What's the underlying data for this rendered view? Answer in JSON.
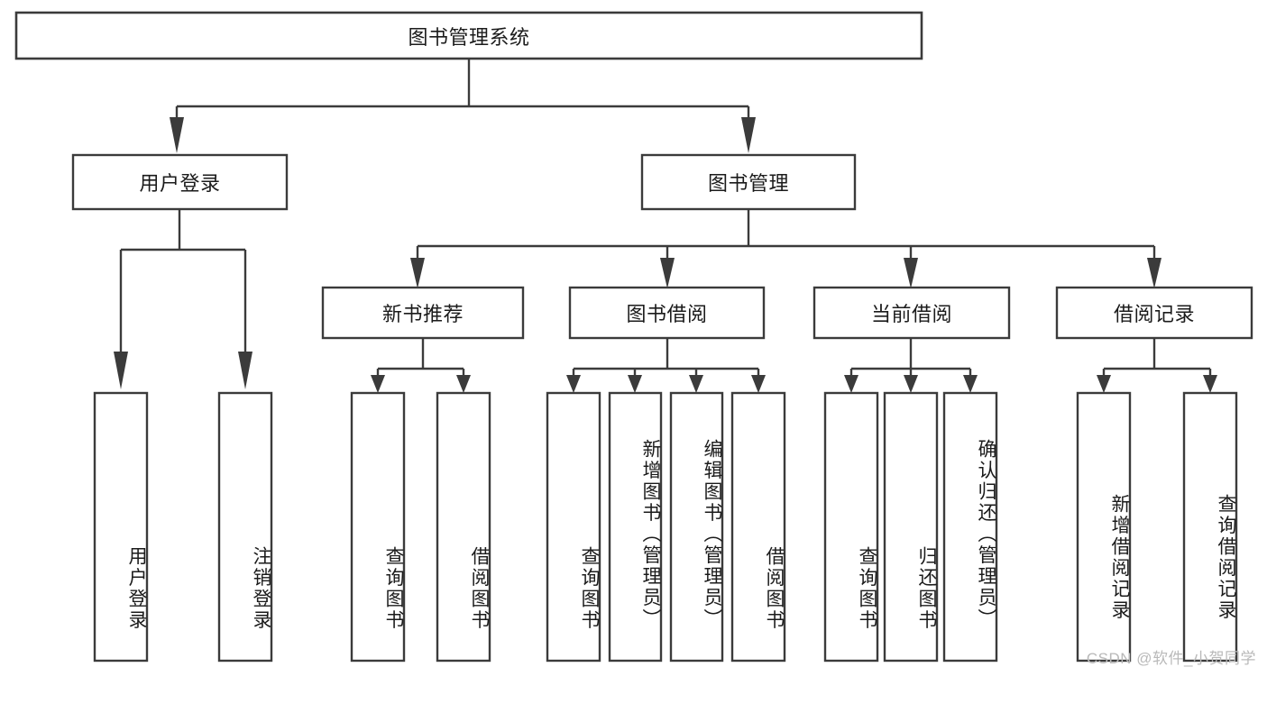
{
  "diagram": {
    "title": "图书管理系统",
    "type": "hierarchy-tree",
    "watermark": "CSDN @软件_小贺同学",
    "colors": {
      "stroke": "#3b3b3b",
      "fill": "#ffffff",
      "text": "#1b1b1b",
      "watermark": "#b9b9b9"
    },
    "root": {
      "id": "root",
      "label": "图书管理系统",
      "orientation": "horizontal"
    },
    "level1": [
      {
        "id": "user-login",
        "label": "用户登录",
        "orientation": "horizontal"
      },
      {
        "id": "book-management",
        "label": "图书管理",
        "orientation": "horizontal"
      }
    ],
    "level2": [
      {
        "id": "new-book-recommend",
        "label": "新书推荐",
        "orientation": "horizontal",
        "parent": "book-management"
      },
      {
        "id": "book-borrow",
        "label": "图书借阅",
        "orientation": "horizontal",
        "parent": "book-management"
      },
      {
        "id": "current-borrow",
        "label": "当前借阅",
        "orientation": "horizontal",
        "parent": "book-management"
      },
      {
        "id": "borrow-record",
        "label": "借阅记录",
        "orientation": "horizontal",
        "parent": "book-management"
      }
    ],
    "leaves": [
      {
        "id": "leaf-user-login",
        "label": "用户登录",
        "orientation": "vertical",
        "parent": "user-login"
      },
      {
        "id": "leaf-logout-login",
        "label": "注销登录",
        "orientation": "vertical",
        "parent": "user-login"
      },
      {
        "id": "leaf-query-book-1",
        "label": "查询图书",
        "orientation": "vertical",
        "parent": "new-book-recommend"
      },
      {
        "id": "leaf-borrow-book-1",
        "label": "借阅图书",
        "orientation": "vertical",
        "parent": "new-book-recommend"
      },
      {
        "id": "leaf-query-book-2",
        "label": "查询图书",
        "orientation": "vertical",
        "parent": "book-borrow"
      },
      {
        "id": "leaf-add-book",
        "label": "新增图书（管理员）",
        "orientation": "vertical",
        "parent": "book-borrow"
      },
      {
        "id": "leaf-edit-book",
        "label": "编辑图书（管理员）",
        "orientation": "vertical",
        "parent": "book-borrow"
      },
      {
        "id": "leaf-borrow-book-2",
        "label": "借阅图书",
        "orientation": "vertical",
        "parent": "book-borrow"
      },
      {
        "id": "leaf-query-book-3",
        "label": "查询图书",
        "orientation": "vertical",
        "parent": "current-borrow"
      },
      {
        "id": "leaf-return-book",
        "label": "归还图书",
        "orientation": "vertical",
        "parent": "current-borrow"
      },
      {
        "id": "leaf-confirm-return",
        "label": "确认归还（管理员）",
        "orientation": "vertical",
        "parent": "current-borrow"
      },
      {
        "id": "leaf-add-record",
        "label": "新增借阅记录",
        "orientation": "vertical",
        "parent": "borrow-record"
      },
      {
        "id": "leaf-query-record",
        "label": "查询借阅记录",
        "orientation": "vertical",
        "parent": "borrow-record"
      }
    ]
  }
}
